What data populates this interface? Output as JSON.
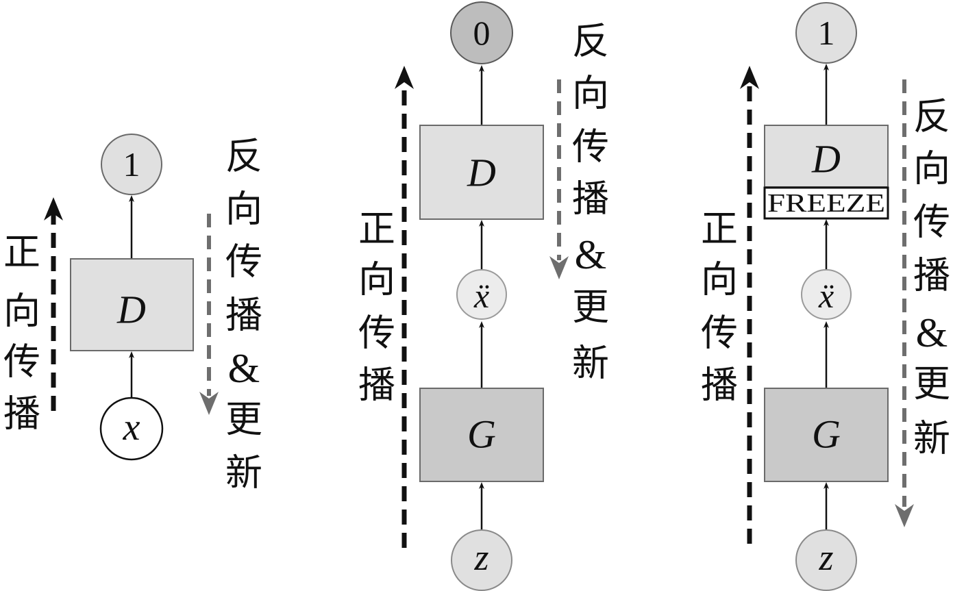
{
  "colors": {
    "d_box": "#e0e0e0",
    "g_box": "#c9c9c9",
    "circle_light": "#e0e0e0",
    "circle_dark": "#bdbdbd",
    "circle_xhat": "#ececec",
    "circle_white": "#ffffff",
    "forward_arrow": "#111111",
    "backward_arrow": "#6e6e6e",
    "stroke": "#6a6a6a"
  },
  "panel1": {
    "output": "1",
    "discriminator": "D",
    "input": "x",
    "forward_label": [
      "正",
      "向",
      "传",
      "播"
    ],
    "backward_label": [
      "反",
      "向",
      "传",
      "播",
      "&",
      "更",
      "新"
    ]
  },
  "panel2": {
    "output": "0",
    "discriminator": "D",
    "generated": "ẍ",
    "generator": "G",
    "noise": "z",
    "forward_label": [
      "正",
      "向",
      "传",
      "播"
    ],
    "backward_label": [
      "反",
      "向",
      "传",
      "播",
      "&",
      "更",
      "新"
    ]
  },
  "panel3": {
    "output": "1",
    "discriminator": "D",
    "freeze": "FREEZE",
    "generated": "ẍ",
    "generator": "G",
    "noise": "z",
    "forward_label": [
      "正",
      "向",
      "传",
      "播"
    ],
    "backward_label": [
      "反",
      "向",
      "传",
      "播",
      "&",
      "更",
      "新"
    ]
  }
}
